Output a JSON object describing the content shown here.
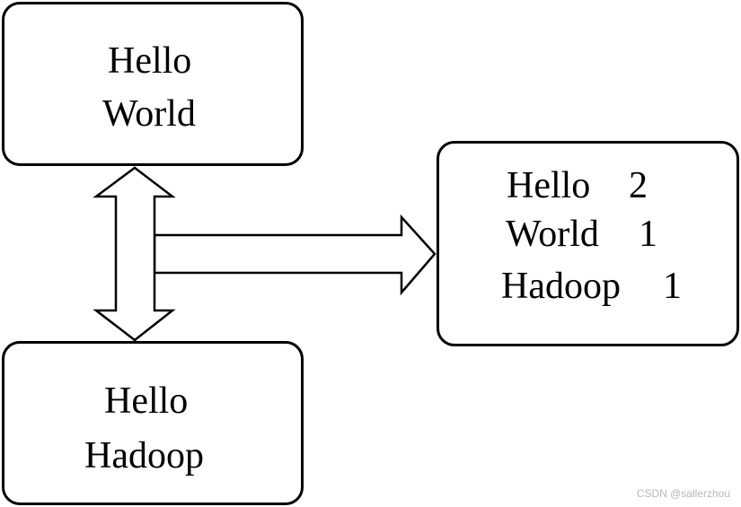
{
  "input_box_1": {
    "lines": [
      "Hello",
      "World"
    ]
  },
  "input_box_2": {
    "lines": [
      "Hello",
      "Hadoop"
    ]
  },
  "output_box": {
    "rows": [
      {
        "word": "Hello",
        "count": "2"
      },
      {
        "word": "World",
        "count": "1"
      },
      {
        "word": "Hadoop",
        "count": "1"
      }
    ]
  },
  "watermark": "CSDN @sallerzhou"
}
